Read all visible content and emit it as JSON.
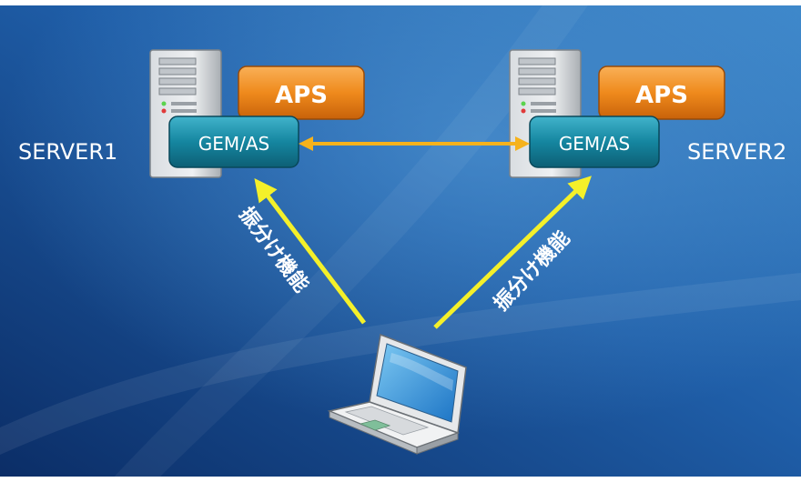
{
  "servers": [
    {
      "label": "SERVER1",
      "aps": "APS",
      "gem": "GEM/AS"
    },
    {
      "label": "SERVER2",
      "aps": "APS",
      "gem": "GEM/AS"
    }
  ],
  "arrows": {
    "left_label": "振分け機能",
    "right_label": "振分け機能"
  },
  "colors": {
    "background_dark": "#0b2d66",
    "background_light": "#3c86c9",
    "aps_box": "#f08a1c",
    "gem_box": "#1586a0",
    "sync_arrow": "#f6b21c",
    "client_arrow": "#f4f02a"
  },
  "icons": [
    "server-tower-icon",
    "laptop-icon"
  ]
}
